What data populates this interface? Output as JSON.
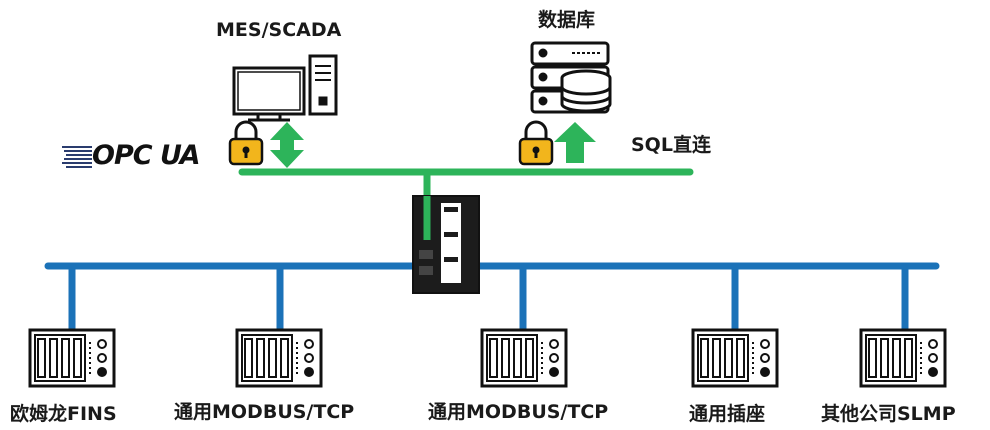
{
  "labels": {
    "mes_scada": "MES/SCADA",
    "database": "数据库",
    "sql_direct": "SQL直连",
    "opc_ua": "OPC UA"
  },
  "devices": [
    {
      "label": "欧姆龙FINS"
    },
    {
      "label": "通用MODBUS/TCP"
    },
    {
      "label": "通用MODBUS/TCP"
    },
    {
      "label": "通用插座"
    },
    {
      "label": "其他公司SLMP"
    }
  ],
  "colors": {
    "upper_bus": "#2db45a",
    "lower_bus": "#1b72b8",
    "arrow": "#2db45a",
    "lock_body": "#f2b51c",
    "outline": "#111111"
  }
}
